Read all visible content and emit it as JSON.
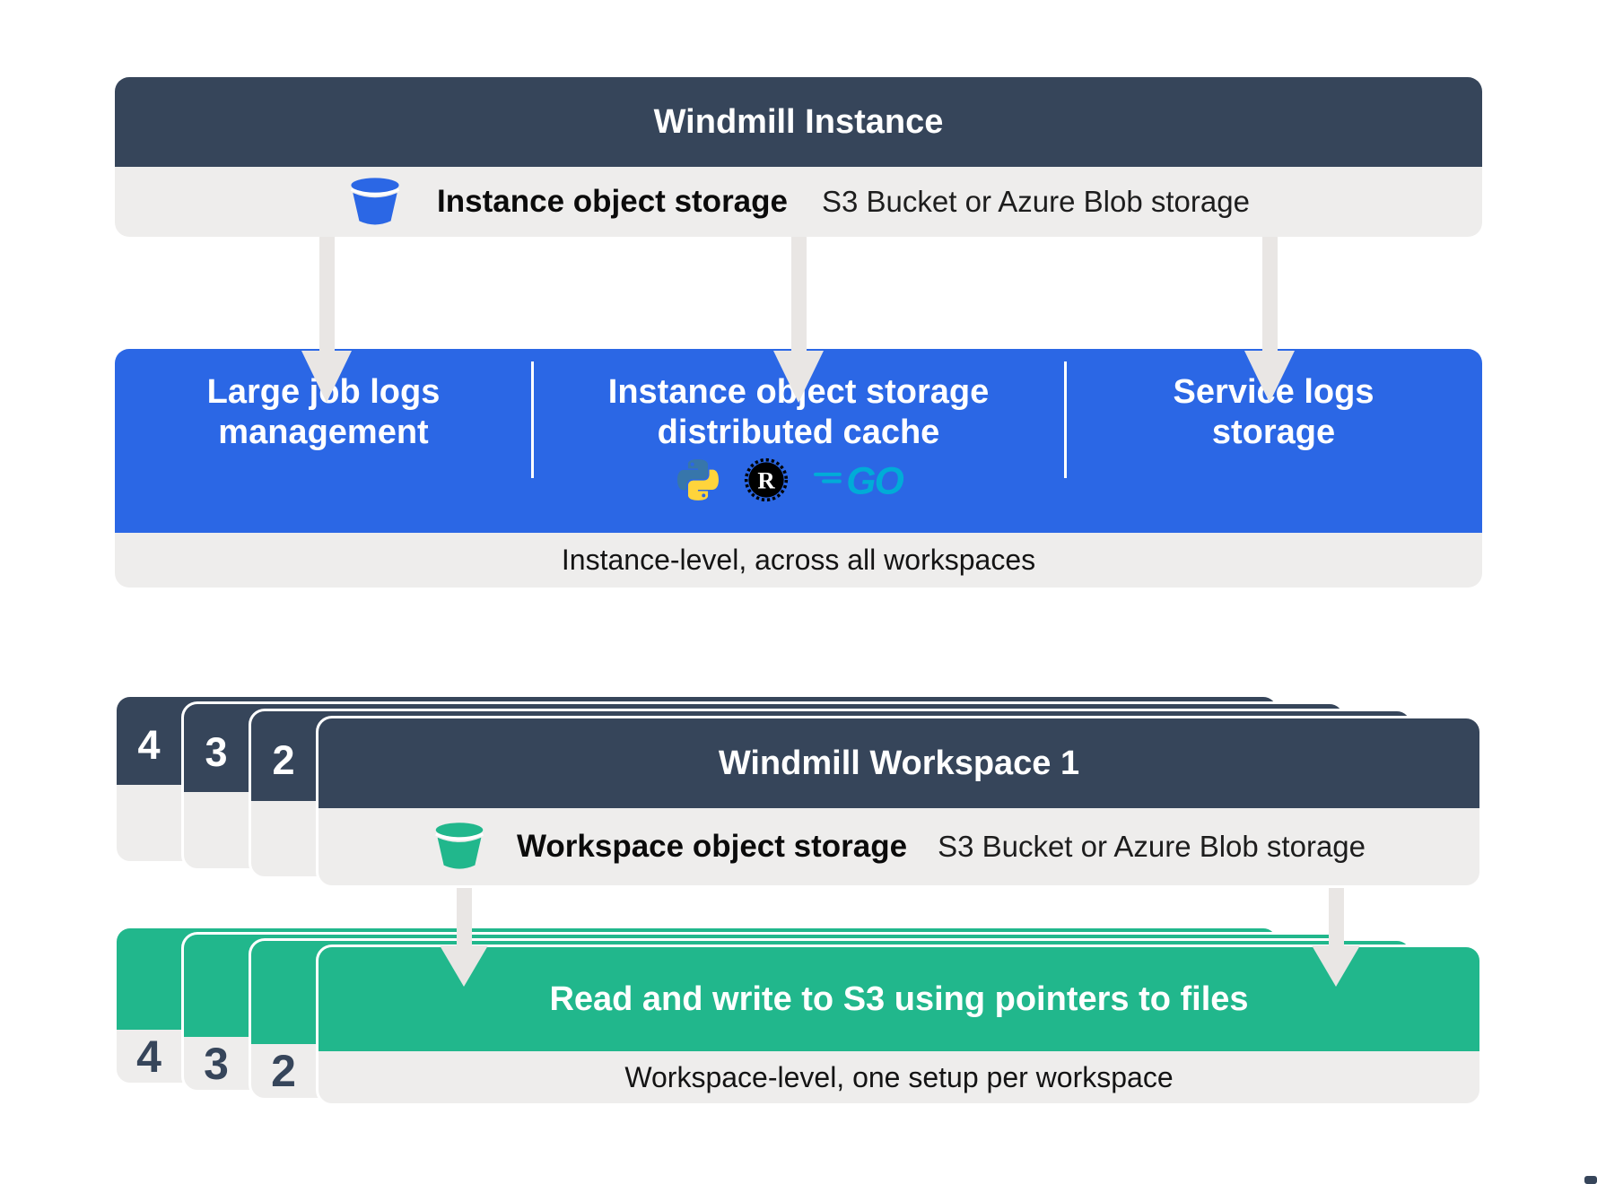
{
  "instance": {
    "title": "Windmill Instance",
    "storage_label": "Instance object storage",
    "storage_sublabel": "S3 Bucket or Azure Blob storage",
    "features": [
      {
        "line1": "Large job logs",
        "line2": "management"
      },
      {
        "line1": "Instance object storage",
        "line2": "distributed cache"
      },
      {
        "line1": "Service logs",
        "line2": "storage"
      }
    ],
    "language_icons": [
      "python-icon",
      "rust-icon",
      "go-icon"
    ],
    "footer": "Instance-level, across all workspaces"
  },
  "workspace": {
    "stack_numbers": [
      "4",
      "3",
      "2"
    ],
    "title": "Windmill Workspace 1",
    "storage_label": "Workspace object storage",
    "storage_sublabel": "S3 Bucket or Azure Blob storage"
  },
  "action": {
    "stack_numbers": [
      "4",
      "3",
      "2"
    ],
    "title": "Read and write to S3 using pointers to files",
    "footer": "Workspace-level, one setup per workspace"
  },
  "colors": {
    "dark_header": "#36455A",
    "blue": "#2B67E5",
    "green": "#21B78C",
    "panel_gray": "#EEEDEC",
    "arrow_gray": "#E9E6E4",
    "python_blue": "#3776AB",
    "python_yellow": "#FFD43B",
    "rust_black": "#000000",
    "go_teal": "#00ACD7"
  }
}
